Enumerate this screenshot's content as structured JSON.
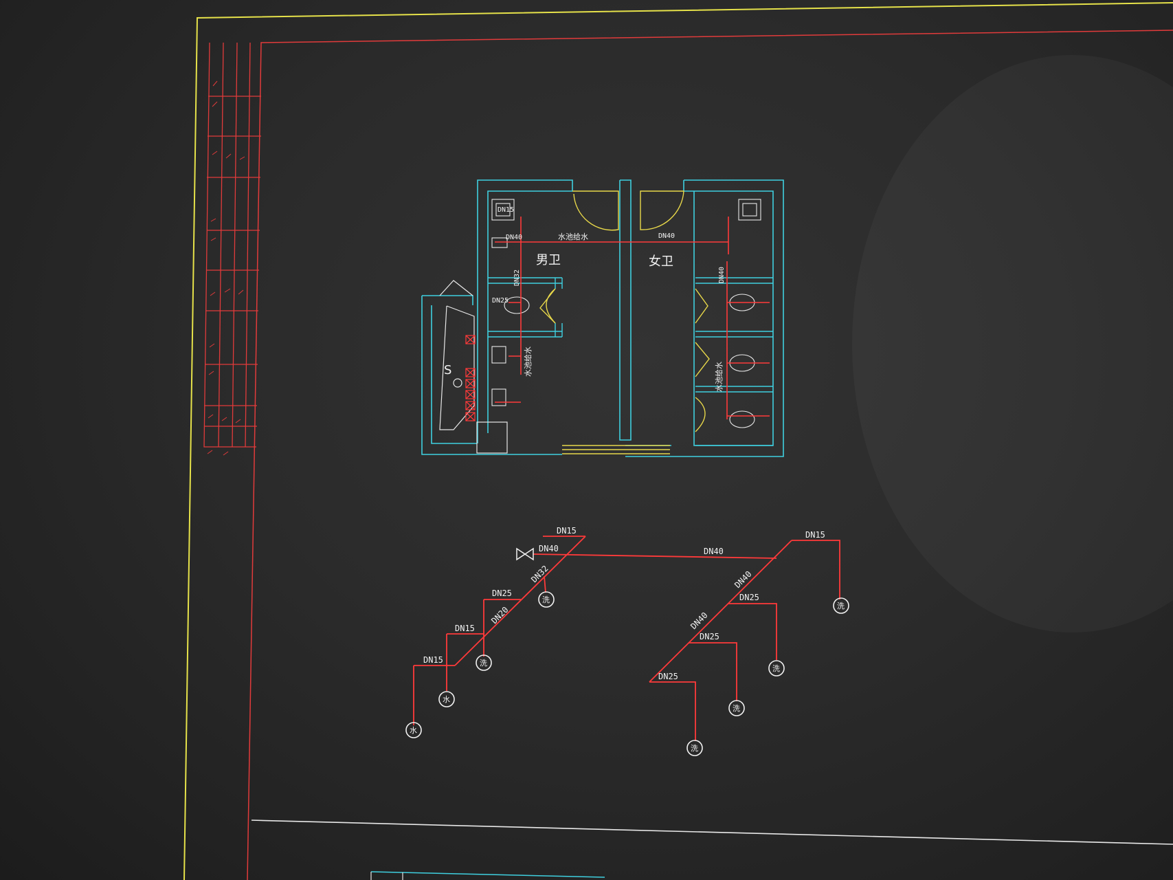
{
  "colors": {
    "frame_yellow": "#e6e24a",
    "border_red": "#e23b3b",
    "wall_cyan": "#3fd0e0",
    "pipe_red": "#ff3a3a",
    "label_white": "#f2f2f2",
    "door_yellow": "#e8d84a"
  },
  "plan": {
    "room_men": "男卫",
    "room_women": "女卫",
    "riser_note_top": "水池给水",
    "riser_note_mid": "水池给水",
    "riser_note_right": "水池给水",
    "sink_symbol": "S",
    "dn_main": "DN40",
    "dn_mid": "DN40",
    "dn_tap": "DN25",
    "dn_small": "DN15",
    "dn_left_riser": "DN32",
    "dn_right_riser": "DN40"
  },
  "iso": {
    "labels": {
      "dn15_top": "DN15",
      "dn40_valve": "DN40",
      "dn32_riser": "DN32",
      "dn25_left": "DN25",
      "dn20_left": "DN20",
      "dn15_mid": "DN15",
      "dn15_low": "DN15",
      "dn40_main": "DN40",
      "dn15_right": "DN15",
      "dn40_right_riser": "DN40",
      "dn25_right_a": "DN25",
      "dn40_right_low": "DN40",
      "dn25_right_b": "DN25",
      "dn25_right_c": "DN25"
    },
    "fixtures": {
      "f1": "水",
      "f2": "水",
      "f3": "洗",
      "f4": "洗",
      "f5": "洗",
      "f6": "洗",
      "f7": "洗",
      "f8": "洗"
    }
  }
}
